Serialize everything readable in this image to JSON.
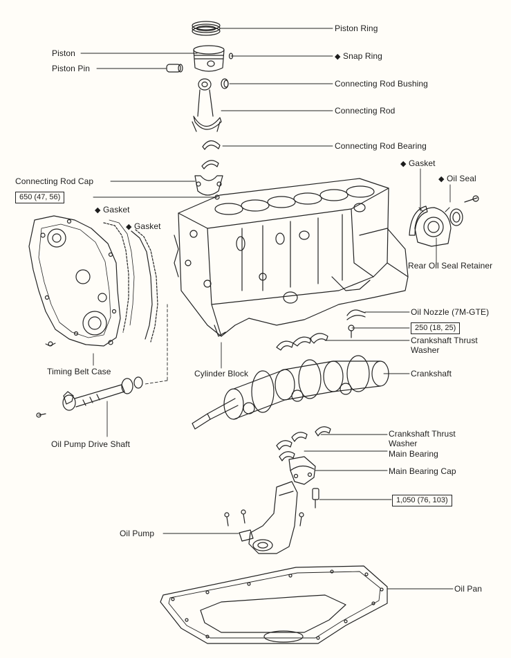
{
  "labels": {
    "piston_ring": "Piston Ring",
    "piston": "Piston",
    "snap_ring": "Snap Ring",
    "piston_pin": "Piston Pin",
    "connecting_rod_bushing": "Connecting Rod Bushing",
    "connecting_rod": "Connecting Rod",
    "connecting_rod_bearing": "Connecting Rod Bearing",
    "gasket_top_right": "Gasket",
    "oil_seal": "Oil Seal",
    "connecting_rod_cap": "Connecting Rod Cap",
    "gasket_left_1": "Gasket",
    "gasket_left_2": "Gasket",
    "rear_oil_seal_retainer": "Rear Oil Seal Retainer",
    "oil_nozzle": "Oil Nozzle (7M-GTE)",
    "crankshaft_thrust_washer_upper": "Crankshaft Thrust Washer",
    "timing_belt_case": "Timing Belt Case",
    "cylinder_block": "Cylinder Block",
    "crankshaft": "Crankshaft",
    "oil_pump_drive_shaft": "Oil Pump Drive Shaft",
    "crankshaft_thrust_washer_lower": "Crankshaft Thrust Washer",
    "main_bearing": "Main Bearing",
    "main_bearing_cap": "Main Bearing Cap",
    "oil_pump": "Oil Pump",
    "oil_pan": "Oil Pan"
  },
  "torque_specs": {
    "rod_cap": "650 (47, 56)",
    "oil_nozzle": "250 (18, 25)",
    "main_cap": "1,050 (76, 103)"
  },
  "non_reusable_symbol": "◆",
  "colors": {
    "ink": "#1c1c1c",
    "paper": "#fffdf8"
  }
}
